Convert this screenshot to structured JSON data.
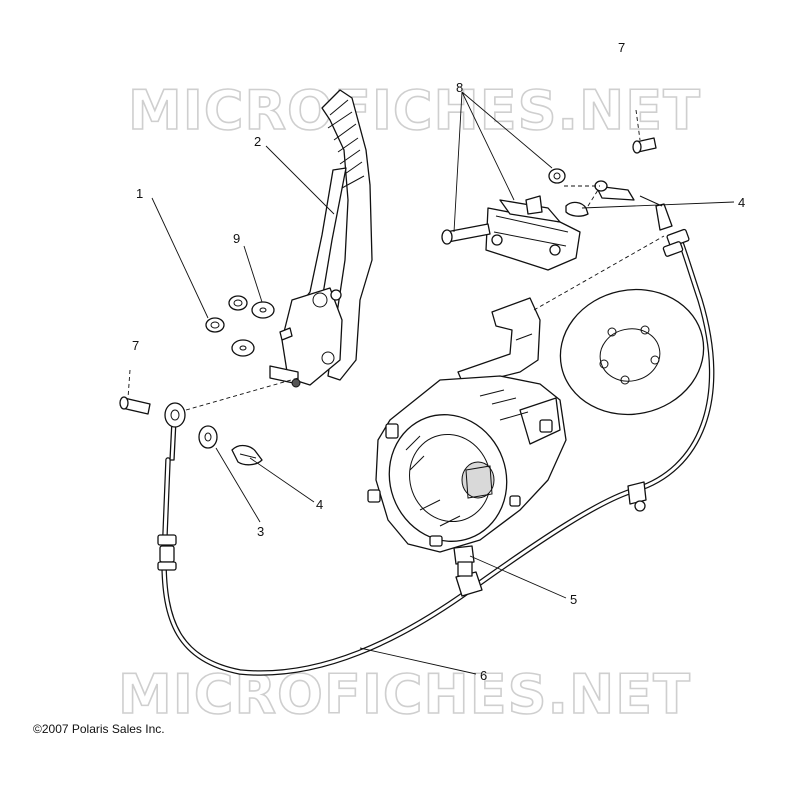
{
  "watermark": {
    "top": "MICROFICHES.NET",
    "bottom": "MICROFICHES.NET"
  },
  "callouts": {
    "c1": "1",
    "c2": "2",
    "c3": "3",
    "c4a": "4",
    "c4b": "4",
    "c5": "5",
    "c6": "6",
    "c7a": "7",
    "c7b": "7",
    "c8": "8",
    "c9": "9"
  },
  "copyright": "©2007 Polaris Sales Inc."
}
